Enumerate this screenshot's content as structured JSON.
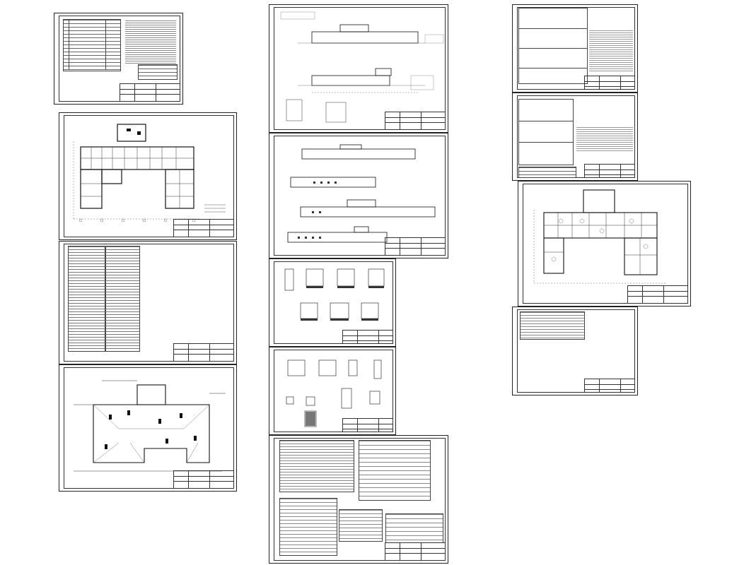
{
  "canvas": {
    "background": "#ffffff",
    "line_color": "#1a1a1a"
  },
  "sheets": [
    {
      "id": "general-notes-sheet",
      "stamp_label": ""
    },
    {
      "id": "floor-plan-sheet-1",
      "stamp_label": ""
    },
    {
      "id": "room-schedule-sheet",
      "stamp_label": ""
    },
    {
      "id": "roof-plan-sheet",
      "stamp_label": ""
    },
    {
      "id": "elevations-sheet-1",
      "stamp_label": ""
    },
    {
      "id": "elevations-sheet-2",
      "stamp_label": ""
    },
    {
      "id": "window-details-sheet",
      "stamp_label": ""
    },
    {
      "id": "door-details-sheet",
      "stamp_label": ""
    },
    {
      "id": "specification-tables-sheet",
      "stamp_label": ""
    },
    {
      "id": "notes-tables-sheet-1",
      "stamp_label": ""
    },
    {
      "id": "notes-tables-sheet-2",
      "stamp_label": ""
    },
    {
      "id": "floor-plan-sheet-2",
      "stamp_label": ""
    },
    {
      "id": "schedule-sheet-2",
      "stamp_label": ""
    }
  ]
}
